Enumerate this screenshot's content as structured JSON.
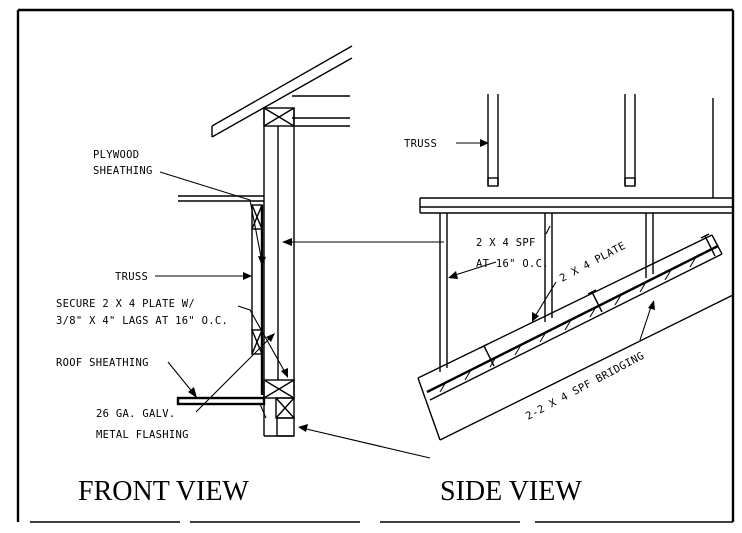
{
  "labels": {
    "plywood_line1": "PLYWOOD",
    "plywood_line2": "SHEATHING",
    "truss_front": "TRUSS",
    "secure_line1": "SECURE 2 X 4 PLATE W/",
    "secure_line2": "3/8\" X 4\" LAGS AT 16\" O.C.",
    "roof_sheathing": "ROOF SHEATHING",
    "flashing_line1": "26 GA. GALV.",
    "flashing_line2": "METAL FLASHING",
    "truss_side": "TRUSS",
    "spf_line1": "2 X 4 SPF",
    "spf_line2": "AT 16\" O.C.",
    "plate": "2 X 4 PLATE",
    "bridging": "2-2 X 4 SPF BRIDGING"
  },
  "views": {
    "front": "FRONT VIEW",
    "side": "SIDE VIEW"
  }
}
